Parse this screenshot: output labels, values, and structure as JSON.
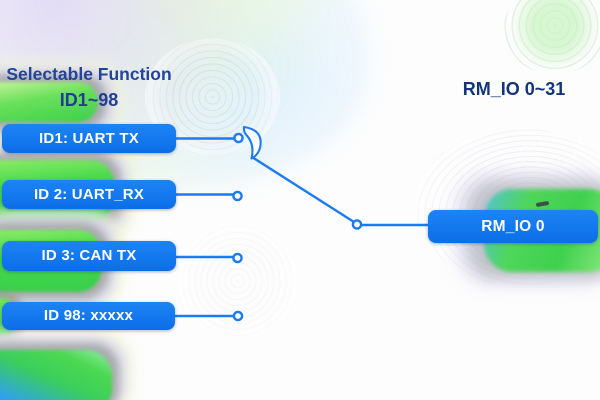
{
  "palette": {
    "node_blue_top": "#1d84f4",
    "node_blue_bottom": "#0b6ee9",
    "wire_blue": "#1b7bf2",
    "title_navy": "#24439a",
    "right_title_navy": "#14357e",
    "blob_green": "#3ecf4c",
    "blob_blue": "#2f9ff0",
    "node_text": "#ffffff"
  },
  "left_panel": {
    "title_line1": "Selectable Function",
    "title_line2": "ID1~98",
    "items": [
      {
        "label": "ID1: UART TX"
      },
      {
        "label": "ID 2: UART_RX"
      },
      {
        "label": "ID 3: CAN TX"
      },
      {
        "label": "ID 98: xxxxx"
      }
    ]
  },
  "right_panel": {
    "title": "RM_IO 0~31",
    "output_label": "RM_IO 0"
  },
  "diagram": {
    "type": "selector-switch",
    "selected_input": "ID1: UART TX",
    "connected_output": "RM_IO 0"
  }
}
